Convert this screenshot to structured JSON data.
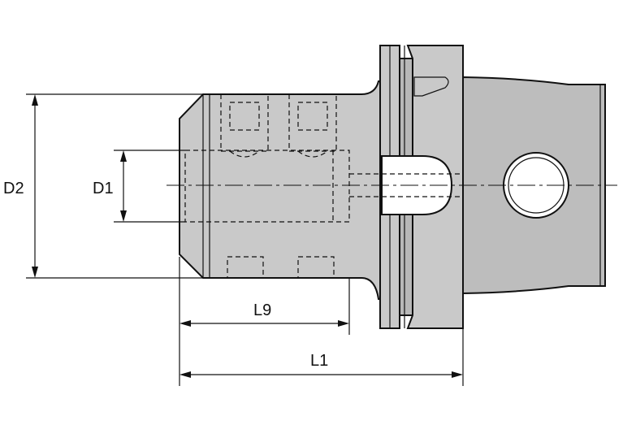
{
  "labels": {
    "d2": "D2",
    "d1": "D1",
    "l9": "L9",
    "l1": "L1"
  },
  "colors": {
    "body": "#c9c9c9",
    "shank": "#bdbdbd",
    "line": "#111111"
  }
}
